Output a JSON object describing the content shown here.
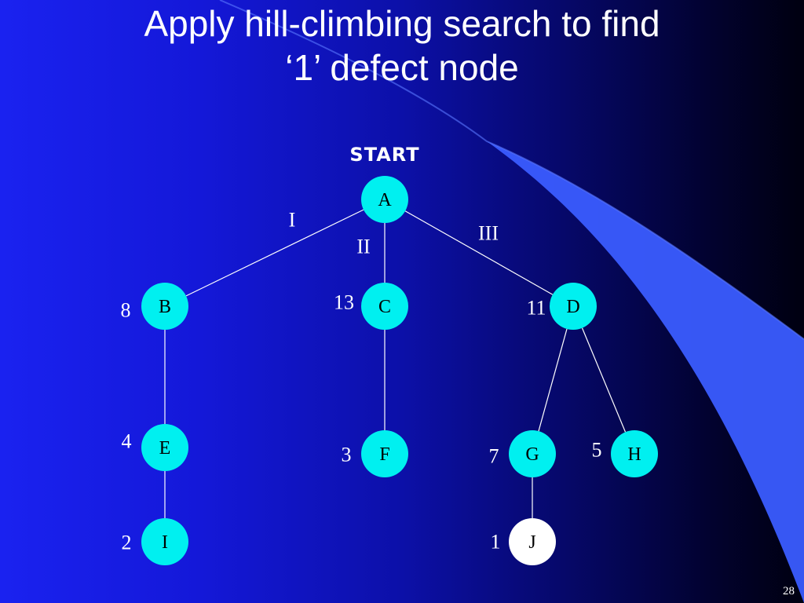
{
  "slide": {
    "title_line1": "Apply hill-climbing search to find",
    "title_line2": "‘1’ defect node",
    "start_label": "START",
    "page_number": "28"
  },
  "colors": {
    "node_fill": "#00f0f0",
    "goal_fill": "#ffffff",
    "edge": "#ffffff",
    "text_light": "#ffffff",
    "text_dark": "#000000"
  },
  "nodes": [
    {
      "id": "A",
      "label": "A",
      "value": ""
    },
    {
      "id": "B",
      "label": "B",
      "value": "8"
    },
    {
      "id": "C",
      "label": "C",
      "value": "13"
    },
    {
      "id": "D",
      "label": "D",
      "value": "11"
    },
    {
      "id": "E",
      "label": "E",
      "value": "4"
    },
    {
      "id": "F",
      "label": "F",
      "value": "3"
    },
    {
      "id": "G",
      "label": "G",
      "value": "7"
    },
    {
      "id": "H",
      "label": "H",
      "value": "5"
    },
    {
      "id": "I",
      "label": "I",
      "value": "2"
    },
    {
      "id": "J",
      "label": "J",
      "value": "1",
      "goal": true
    }
  ],
  "edges": [
    {
      "from": "A",
      "to": "B",
      "label": "I"
    },
    {
      "from": "A",
      "to": "C",
      "label": "II"
    },
    {
      "from": "A",
      "to": "D",
      "label": "III"
    },
    {
      "from": "B",
      "to": "E",
      "label": ""
    },
    {
      "from": "C",
      "to": "F",
      "label": ""
    },
    {
      "from": "D",
      "to": "G",
      "label": ""
    },
    {
      "from": "D",
      "to": "H",
      "label": ""
    },
    {
      "from": "E",
      "to": "I",
      "label": ""
    },
    {
      "from": "G",
      "to": "J",
      "label": ""
    }
  ]
}
